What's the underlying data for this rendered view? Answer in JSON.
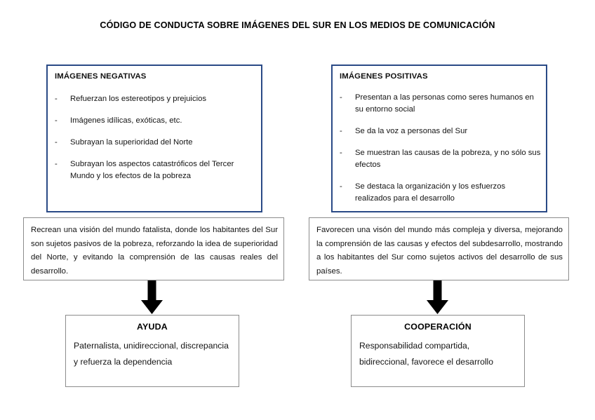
{
  "page": {
    "title": "CÓDIGO DE CONDUCTA SOBRE IMÁGENES DEL SUR EN LOS MEDIOS DE COMUNICACIÓN"
  },
  "colors": {
    "panel_border_blue": "#2a4a86",
    "panel_border_gray": "#8c8c8c",
    "arrow_fill": "#000000",
    "text": "#141414",
    "background": "#ffffff"
  },
  "columns": [
    {
      "id": "negativas",
      "panel": {
        "heading": "IMÁGENES NEGATIVAS",
        "bullet_marker": "-",
        "items": [
          "Refuerzan los estereotipos y prejuicios",
          "Imágenes idílicas, exóticas, etc.",
          "Subrayan la superioridad del Norte",
          "Subrayan los aspectos catastróficos del Tercer Mundo y los efectos de la pobreza"
        ]
      },
      "effect": {
        "text": "Recrean una visión del mundo fatalista, donde los habitantes del Sur son sujetos pasivos de la pobreza, reforzando la idea de superioridad del Norte, y evitando la comprensión de las causas reales del desarrollo."
      },
      "arrow": {
        "label": "down-arrow"
      },
      "result": {
        "title": "AYUDA",
        "body": "Paternalista, unidireccional, discrepancia y refuerza la dependencia"
      }
    },
    {
      "id": "positivas",
      "panel": {
        "heading": "IMÁGENES POSITIVAS",
        "bullet_marker": "-",
        "items": [
          "Presentan a las personas como seres humanos en su entorno social",
          "Se da la voz a personas del Sur",
          "Se muestran las causas de la pobreza, y no sólo sus efectos",
          "Se destaca la organización y los esfuerzos realizados para el desarrollo"
        ]
      },
      "effect": {
        "text": "Favorecen una visón del mundo más compleja y diversa, mejorando la comprensión de las causas y efectos del subdesarrollo, mostrando a los habitantes del Sur como sujetos activos del desarrollo de sus países."
      },
      "arrow": {
        "label": "down-arrow"
      },
      "result": {
        "title": "COOPERACIÓN",
        "body": "Responsabilidad compartida, bidireccional, favorece el desarrollo"
      }
    }
  ]
}
